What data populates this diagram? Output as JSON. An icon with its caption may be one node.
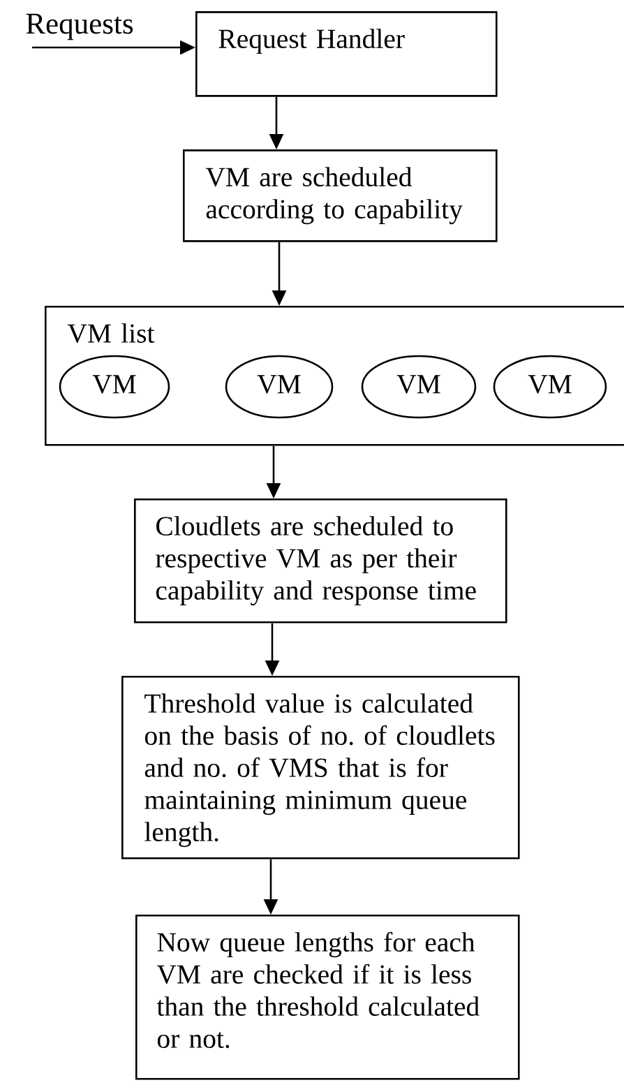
{
  "diagram": {
    "nodes": [
      {
        "text": [
          "Request Handler"
        ]
      },
      {
        "text": [
          "VM are scheduled according to capability"
        ]
      },
      {
        "text": [
          "VM list"
        ]
      },
      {
        "text": [
          "VM"
        ],
        "in": 2
      },
      {
        "text": [
          "VM"
        ],
        "in": 2
      },
      {
        "text": [
          "VM"
        ],
        "in": 2
      },
      {
        "text": [
          "VM"
        ],
        "in": 2
      },
      {
        "text": [
          "Cloudlets are scheduled to respective VM as per their capability and response time"
        ]
      },
      {
        "text": [
          "Threshold value is calculated on the basis of no. of cloudlets and no. of VMS that is for maintaining minimum queue length."
        ]
      },
      {
        "text": [
          "Now queue lengths for each VM are checked if it is less than the threshold calculated or not."
        ]
      }
    ],
    "edges": [
      {
        "from": null,
        "to": 0,
        "arrow": "to",
        "label": "Requests"
      },
      {
        "from": 0,
        "to": 1,
        "arrow": "to"
      },
      {
        "from": 1,
        "to": 2,
        "arrow": "to"
      },
      {
        "from": 2,
        "to": 7,
        "arrow": "to"
      },
      {
        "from": 7,
        "to": 8,
        "arrow": "to"
      },
      {
        "from": 8,
        "to": 9,
        "arrow": "to"
      }
    ]
  }
}
